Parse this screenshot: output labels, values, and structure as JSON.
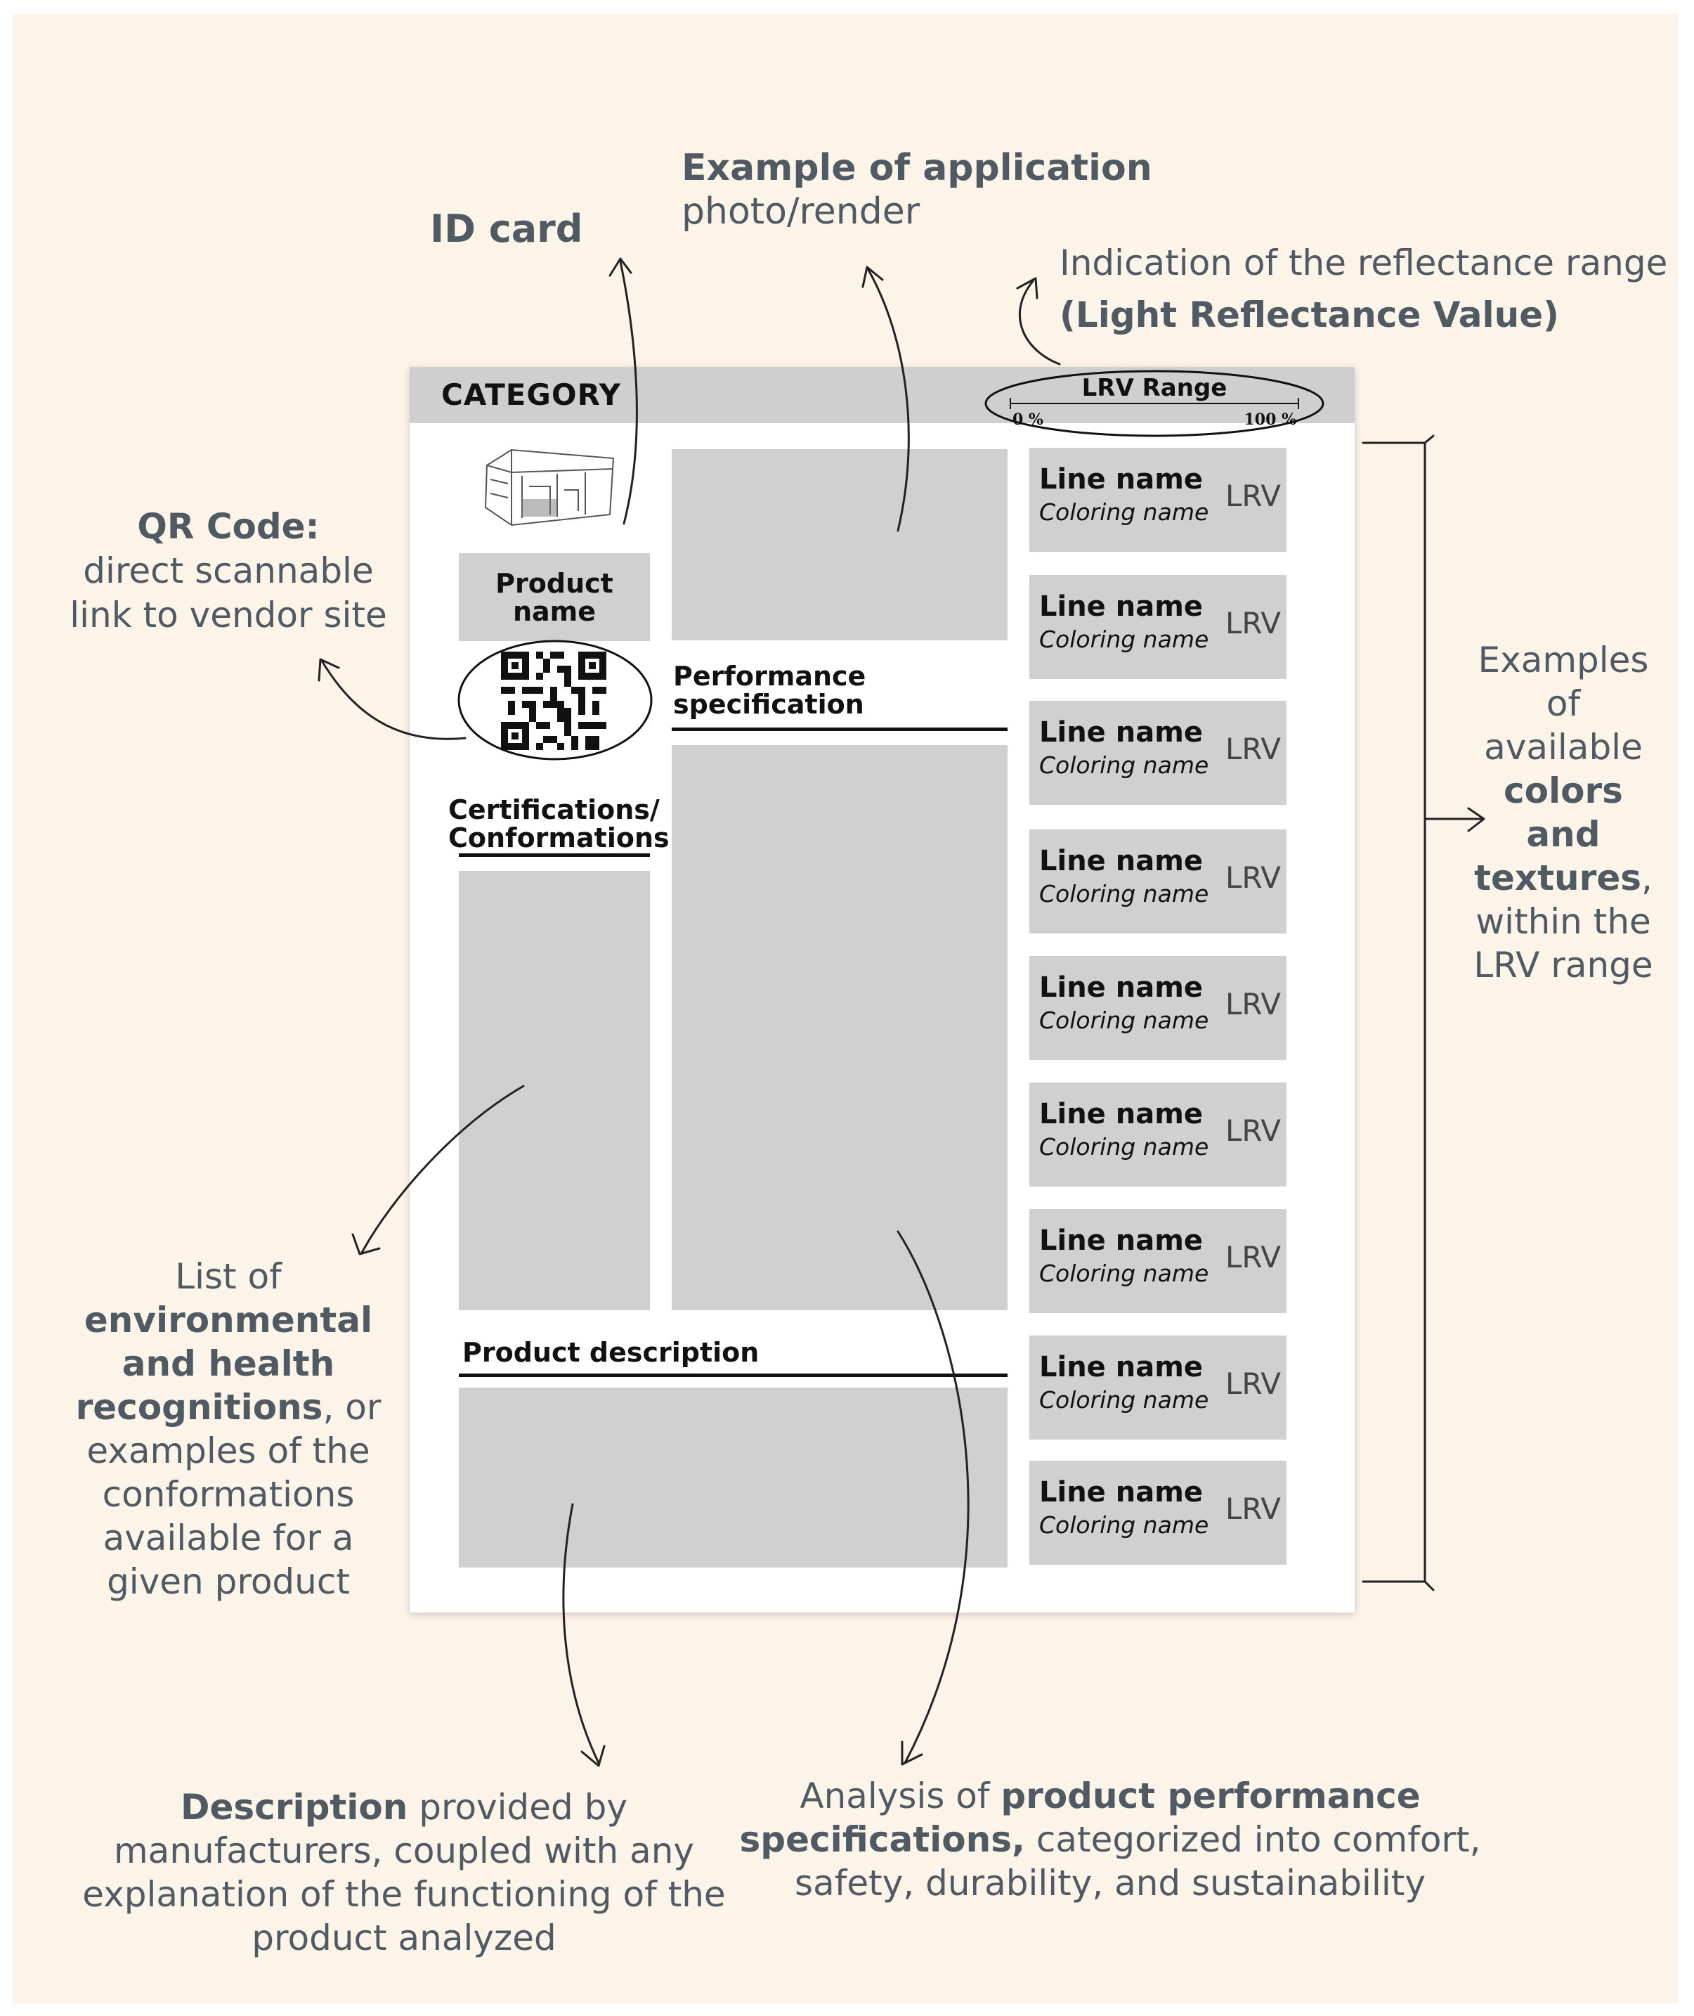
{
  "annotations": {
    "id_card": "ID card",
    "example_app_bold": "Example of application",
    "example_app_rest": "photo/render",
    "reflectance_line1": "Indication of the reflectance range",
    "reflectance_line2": "(Light Reflectance Value)",
    "qr_bold": "QR Code:",
    "qr_line2": "direct scannable",
    "qr_line3": "link to vendor site",
    "colors_l1": "Examples",
    "colors_l2": "of",
    "colors_l3": "available",
    "colors_l4": "colors",
    "colors_l5": "and",
    "colors_l6": "textures",
    "colors_l6_suffix": ",",
    "colors_l7": "within the",
    "colors_l8": "LRV range",
    "env_l1": "List of",
    "env_l2": "environmental",
    "env_l3": "and health",
    "env_l4": "recognitions",
    "env_l4_suffix": ", or",
    "env_l5": "examples of the",
    "env_l6": "conformations",
    "env_l7": "available for a",
    "env_l8": "given product",
    "desc_bold": "Description",
    "desc_l1_rest": " provided by",
    "desc_l2": "manufacturers, coupled with any",
    "desc_l3": "explanation of the functioning of the",
    "desc_l4": "product analyzed",
    "perf_l1_pre": "Analysis of ",
    "perf_l1_bold": "product performance",
    "perf_l2_bold": "specifications,",
    "perf_l2_rest": " categorized into comfort,",
    "perf_l3": "safety, durability, and sustainability"
  },
  "card": {
    "category": "CATEGORY",
    "lrv_range_title": "LRV Range",
    "lrv_min": "0 %",
    "lrv_max": "100 %",
    "product_name": "Product name",
    "performance_title_l1": "Performance",
    "performance_title_l2": "specification",
    "certifications_l1": "Certifications/",
    "certifications_l2": "Conformations",
    "product_description": "Product description",
    "swatches": [
      {
        "line": "Line name",
        "coloring": "Coloring name",
        "lrv": "LRV"
      },
      {
        "line": "Line name",
        "coloring": "Coloring name",
        "lrv": "LRV"
      },
      {
        "line": "Line name",
        "coloring": "Coloring name",
        "lrv": "LRV"
      },
      {
        "line": "Line name",
        "coloring": "Coloring name",
        "lrv": "LRV"
      },
      {
        "line": "Line name",
        "coloring": "Coloring name",
        "lrv": "LRV"
      },
      {
        "line": "Line name",
        "coloring": "Coloring name",
        "lrv": "LRV"
      },
      {
        "line": "Line name",
        "coloring": "Coloring name",
        "lrv": "LRV"
      },
      {
        "line": "Line name",
        "coloring": "Coloring name",
        "lrv": "LRV"
      },
      {
        "line": "Line name",
        "coloring": "Coloring name",
        "lrv": "LRV"
      }
    ]
  },
  "colors": {
    "background": "#fcf3e9",
    "placeholder_gray": "#d1d0d0",
    "annotation_text": "#505a63"
  }
}
